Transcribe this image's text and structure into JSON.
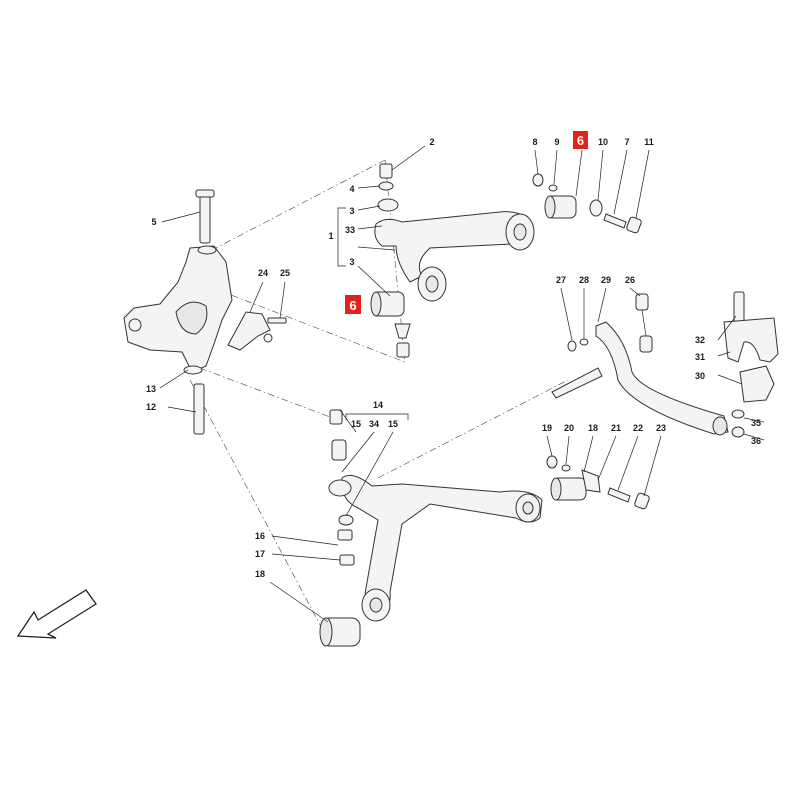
{
  "highlight_color": "#e2231a",
  "labels": {
    "l1": "1",
    "l2": "2",
    "l3a": "3",
    "l3b": "3",
    "l4": "4",
    "l5": "5",
    "l7": "7",
    "l8": "8",
    "l9": "9",
    "l10": "10",
    "l11": "11",
    "l12": "12",
    "l13": "13",
    "l14": "14",
    "l15a": "15",
    "l15b": "15",
    "l16": "16",
    "l17": "17",
    "l18": "18",
    "l19": "19",
    "l20": "20",
    "l21": "21",
    "l22": "22",
    "l23": "23",
    "l24": "24",
    "l25": "25",
    "l26": "26",
    "l27": "27",
    "l28": "28",
    "l29": "29",
    "l30": "30",
    "l31": "31",
    "l32": "32",
    "l33": "33",
    "l34": "34",
    "l35": "35",
    "l36": "36"
  },
  "highlighted": {
    "h6a": "6",
    "h6b": "6"
  },
  "icons": {
    "direction": "arrow-icon"
  }
}
